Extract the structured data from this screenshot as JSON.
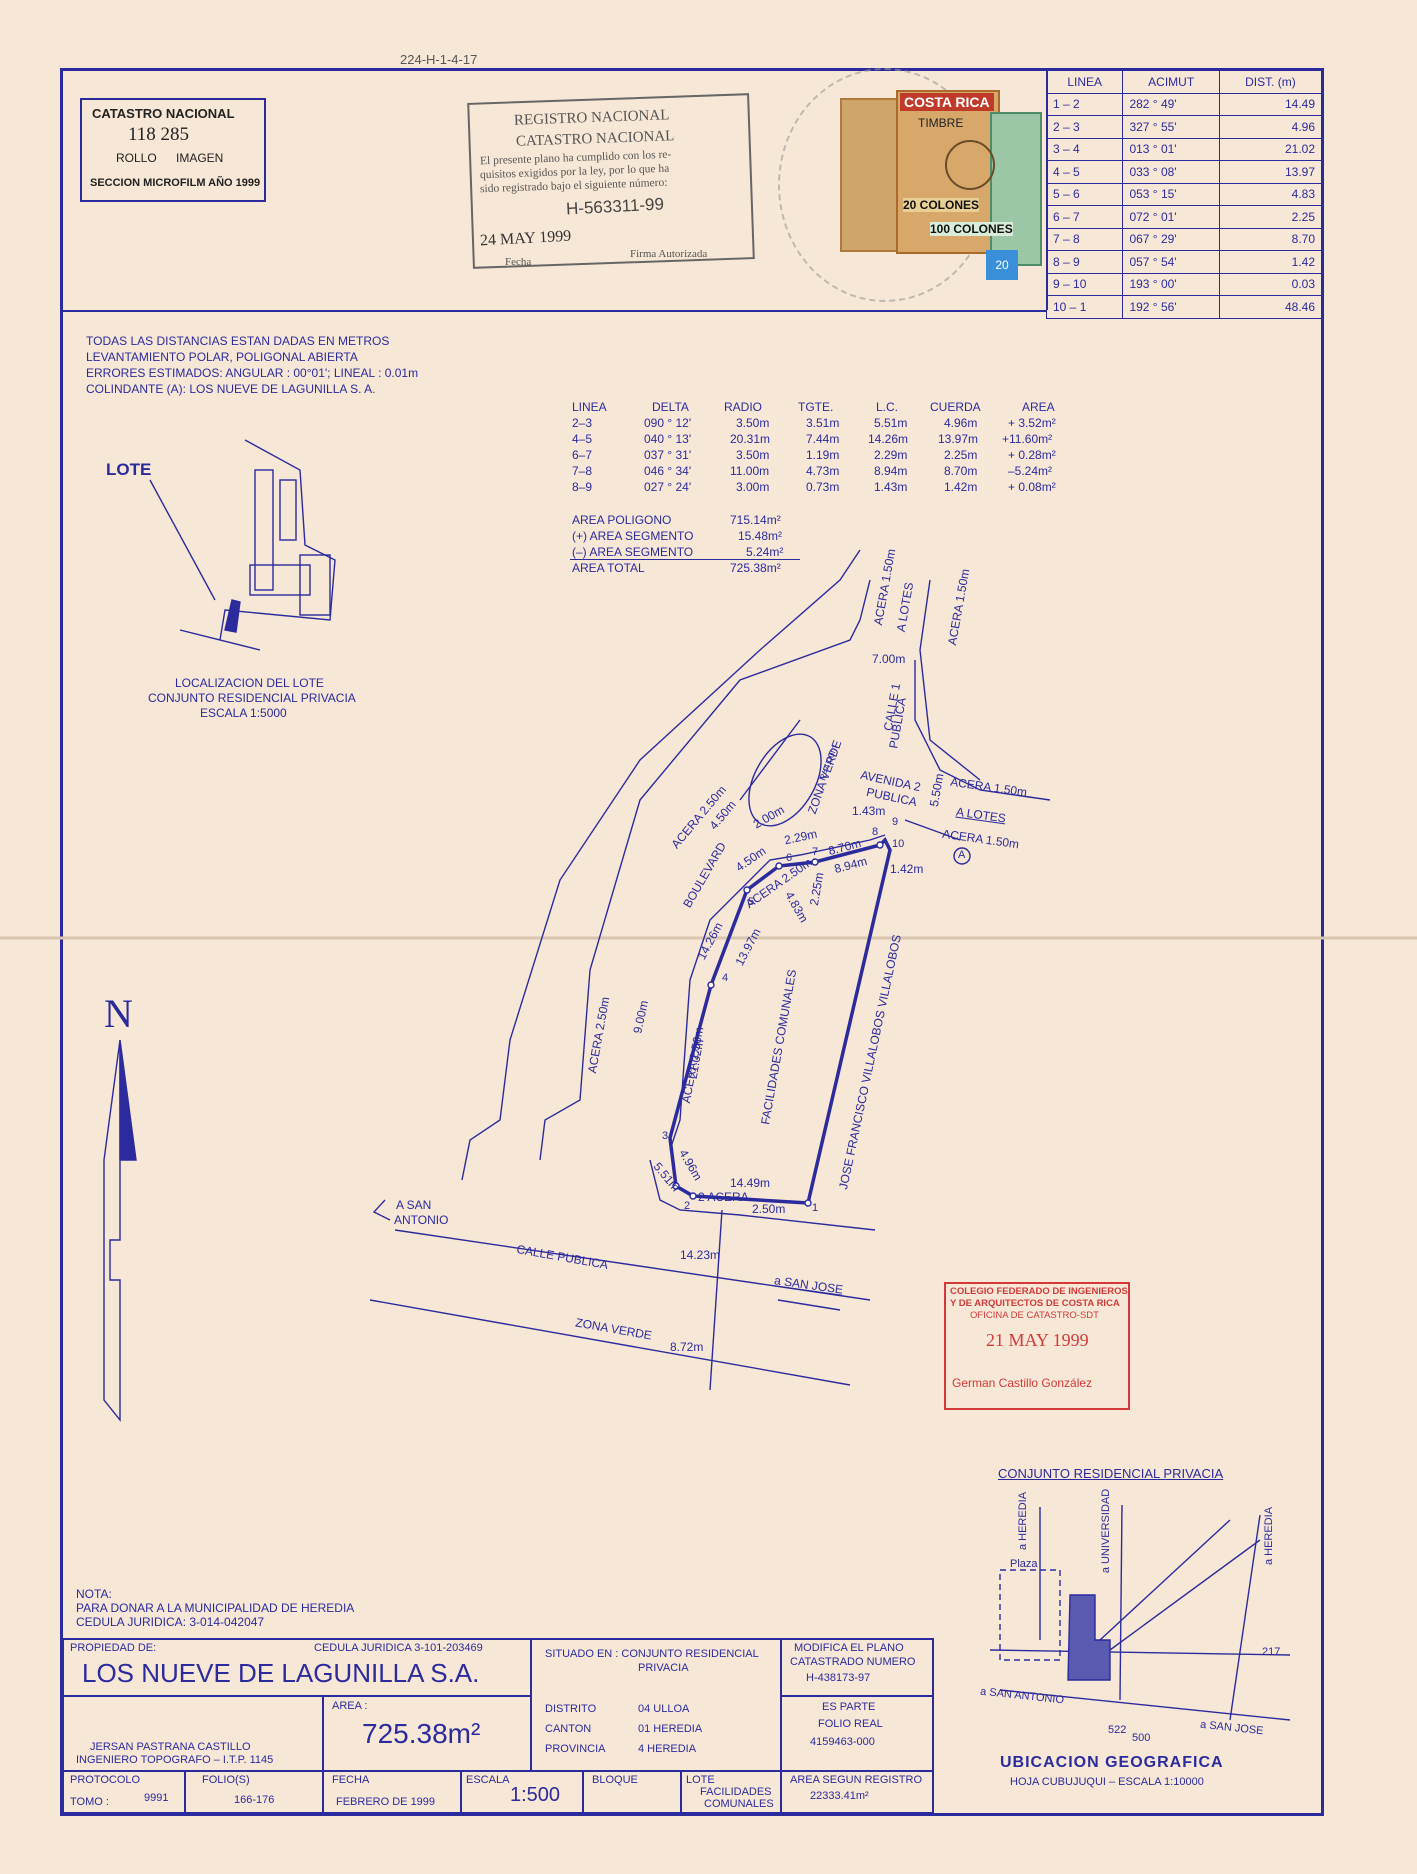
{
  "top_ref": "224-H-1-4-17",
  "catastro_box": {
    "title": "CATASTRO NACIONAL",
    "number": "118 285",
    "roll": "ROLLO",
    "image": "IMAGEN",
    "section": "SECCION MICROFILM AÑO 1999"
  },
  "registro_stamp": {
    "line1": "REGISTRO NACIONAL",
    "line2": "CATASTRO NACIONAL",
    "text1": "El presente plano ha cumplido con los re-",
    "text2": "quisitos exigidos por la ley, por lo que ha",
    "text3": "sido registrado bajo el siguiente número:",
    "number": "H-563311-99",
    "date": "24 MAY 1999",
    "fecha": "Fecha",
    "firma": "Firma Autorizada"
  },
  "tax_stamps": {
    "brand": "COSTA RICA",
    "timbre": "TIMBRE",
    "value1": "20 COLONES",
    "value2": "100 COLONES",
    "small": "20"
  },
  "azimuth_table": {
    "headers": [
      "LINEA",
      "ACIMUT",
      "DIST. (m)"
    ],
    "rows": [
      [
        "1 – 2",
        "282 ° 49'",
        "14.49"
      ],
      [
        "2 – 3",
        "327 ° 55'",
        "4.96"
      ],
      [
        "3 – 4",
        "013 ° 01'",
        "21.02"
      ],
      [
        "4 – 5",
        "033 ° 08'",
        "13.97"
      ],
      [
        "5 – 6",
        "053 ° 15'",
        "4.83"
      ],
      [
        "6 – 7",
        "072 ° 01'",
        "2.25"
      ],
      [
        "7 – 8",
        "067 ° 29'",
        "8.70"
      ],
      [
        "8 – 9",
        "057 ° 54'",
        "1.42"
      ],
      [
        "9 – 10",
        "193 ° 00'",
        "0.03"
      ],
      [
        "10 – 1",
        "192 ° 56'",
        "48.46"
      ]
    ]
  },
  "notes": [
    "TODAS LAS DISTANCIAS ESTAN DADAS EN METROS",
    "LEVANTAMIENTO POLAR, POLIGONAL ABIERTA",
    "ERRORES ESTIMADOS: ANGULAR : 00°01'; LINEAL : 0.01m",
    "COLINDANTE (A): LOS NUEVE DE LAGUNILLA S. A."
  ],
  "curve_table": {
    "headers": [
      "LINEA",
      "DELTA",
      "RADIO",
      "TGTE.",
      "L.C.",
      "CUERDA",
      "AREA"
    ],
    "rows": [
      [
        "2–3",
        "090 ° 12'",
        "3.50m",
        "3.51m",
        "5.51m",
        "4.96m",
        "+ 3.52m²"
      ],
      [
        "4–5",
        "040 ° 13'",
        "20.31m",
        "7.44m",
        "14.26m",
        "13.97m",
        "+11.60m²"
      ],
      [
        "6–7",
        "037 ° 31'",
        "3.50m",
        "1.19m",
        "2.29m",
        "2.25m",
        "+ 0.28m²"
      ],
      [
        "7–8",
        "046 ° 34'",
        "11.00m",
        "4.73m",
        "8.94m",
        "8.70m",
        "–5.24m²"
      ],
      [
        "8–9",
        "027 ° 24'",
        "3.00m",
        "0.73m",
        "1.43m",
        "1.42m",
        "+ 0.08m²"
      ]
    ]
  },
  "area_summary": [
    [
      "AREA POLIGONO",
      "715.14m²"
    ],
    [
      "(+) AREA SEGMENTO",
      "15.48m²"
    ],
    [
      "(–) AREA SEGMENTO",
      "5.24m²"
    ],
    [
      "AREA TOTAL",
      "725.38m²"
    ]
  ],
  "location": {
    "lote": "LOTE",
    "caption1": "LOCALIZACION DEL LOTE",
    "caption2": "CONJUNTO RESIDENCIAL PRIVACIA",
    "caption3": "ESCALA 1:5000"
  },
  "north": "N",
  "plan_labels": {
    "acera150": "ACERA 1.50m",
    "alotes": "A LOTES",
    "w700": "7.00m",
    "calle1": "CALLE 1",
    "publica": "PUBLICA",
    "avenida": "AVENIDA 2",
    "avpublica": "PUBLICA",
    "w550": "5.50m",
    "acera150b": "ACERA 1.50m",
    "alotes2": "A LOTES",
    "acera150c": "ACERA 1.50m",
    "zonaverde": "ZONA VERDE",
    "r400": "R=4.00m",
    "w200": "2.00m",
    "acera250": "ACERA 2.50m",
    "w450": "4.50m",
    "boulevard": "BOULEVARD",
    "w450b": "4.50m",
    "d229": "2.29m",
    "d143": "1.43m",
    "d870": "8.70m",
    "d894": "8.94m",
    "d142": "1.42m",
    "d225": "2.25m",
    "acera250b": "ACERA 2.50m",
    "d483": "4.83m",
    "d1426": "14.26m",
    "d1397": "13.97m",
    "facilidades": "FACILIDADES COMUNALES",
    "jose": "JOSE FRANCISCO VILLALOBOS VILLALOBOS",
    "acera250c": "ACERA 2.50m",
    "d900": "9.00m",
    "acera250d": "ACERA 2.50m",
    "d2102": "21.02m",
    "d496": "4.96m",
    "d551": "5.51m",
    "d1449": "14.49m",
    "acera2": "2 ACERA",
    "d250": "2.50m",
    "asan": "A SAN",
    "antonio": "ANTONIO",
    "callepublica": "CALLE PUBLICA",
    "d1423": "14.23m",
    "asanjose": "a SAN JOSE",
    "zonaverde2": "ZONA VERDE",
    "d872": "8.72m",
    "p1": "1",
    "p2": "2",
    "p3": "3",
    "p4": "4",
    "p5": "5",
    "p6": "6",
    "p7": "7",
    "p8": "8",
    "p9": "9",
    "p10": "10",
    "pA": "A"
  },
  "colegio_stamp": {
    "line1": "COLEGIO FEDERADO DE INGENIEROS",
    "line2": "Y DE ARQUITECTOS DE COSTA RICA",
    "line3": "OFICINA DE CATASTRO-SDT",
    "date": "21 MAY 1999",
    "name": "German Castillo González"
  },
  "nota": {
    "title": "NOTA:",
    "line1": "PARA DONAR A LA MUNICIPALIDAD DE HEREDIA",
    "line2": "CEDULA JURIDICA: 3-014-042047"
  },
  "title_block": {
    "propiedad": "PROPIEDAD DE:",
    "cedula": "CEDULA JURIDICA 3-101-203469",
    "owner": "LOS NUEVE DE LAGUNILLA S.A.",
    "engineer": "JERSAN PASTRANA CASTILLO",
    "engineer_title": "INGENIERO TOPOGRAFO – I.T.P. 1145",
    "area_label": "AREA :",
    "area": "725.38m²",
    "situado": "SITUADO EN : CONJUNTO RESIDENCIAL",
    "situado2": "PRIVACIA",
    "distrito_l": "DISTRITO",
    "distrito": "04 ULLOA",
    "canton_l": "CANTON",
    "canton": "01 HEREDIA",
    "provincia_l": "PROVINCIA",
    "provincia": "4 HEREDIA",
    "modifica1": "MODIFICA EL PLANO",
    "modifica2": "CATASTRADO NUMERO",
    "modifica3": "H-438173-97",
    "esparte": "ES PARTE",
    "folioreal": "FOLIO REAL",
    "folioreal_n": "4159463-000",
    "protocolo": "PROTOCOLO",
    "folios": "FOLIO(S)",
    "tomo": "TOMO :",
    "tomo_n": "9991",
    "folios_n": "166-176",
    "fecha_l": "FECHA",
    "fecha": "FEBRERO DE 1999",
    "escala_l": "ESCALA",
    "escala": "1:500",
    "bloque": "BLOQUE",
    "lote_l": "LOTE",
    "lote1": "FACILIDADES",
    "lote2": "COMUNALES",
    "area_reg_l": "AREA SEGUN REGISTRO",
    "area_reg": "22333.41m²"
  },
  "geo": {
    "title": "CONJUNTO RESIDENCIAL PRIVACIA",
    "heredia1": "a HEREDIA",
    "universidad": "a UNIVERSIDAD",
    "heredia2": "a HEREDIA",
    "plaza": "Plaza",
    "n217": "217",
    "sanantonio": "a SAN ANTONIO",
    "n522": "522",
    "n500": "500",
    "sanjose": "a SAN JOSE",
    "caption": "UBICACION GEOGRAFICA",
    "sub": "HOJA CUBUJUQUI – ESCALA 1:10000"
  }
}
